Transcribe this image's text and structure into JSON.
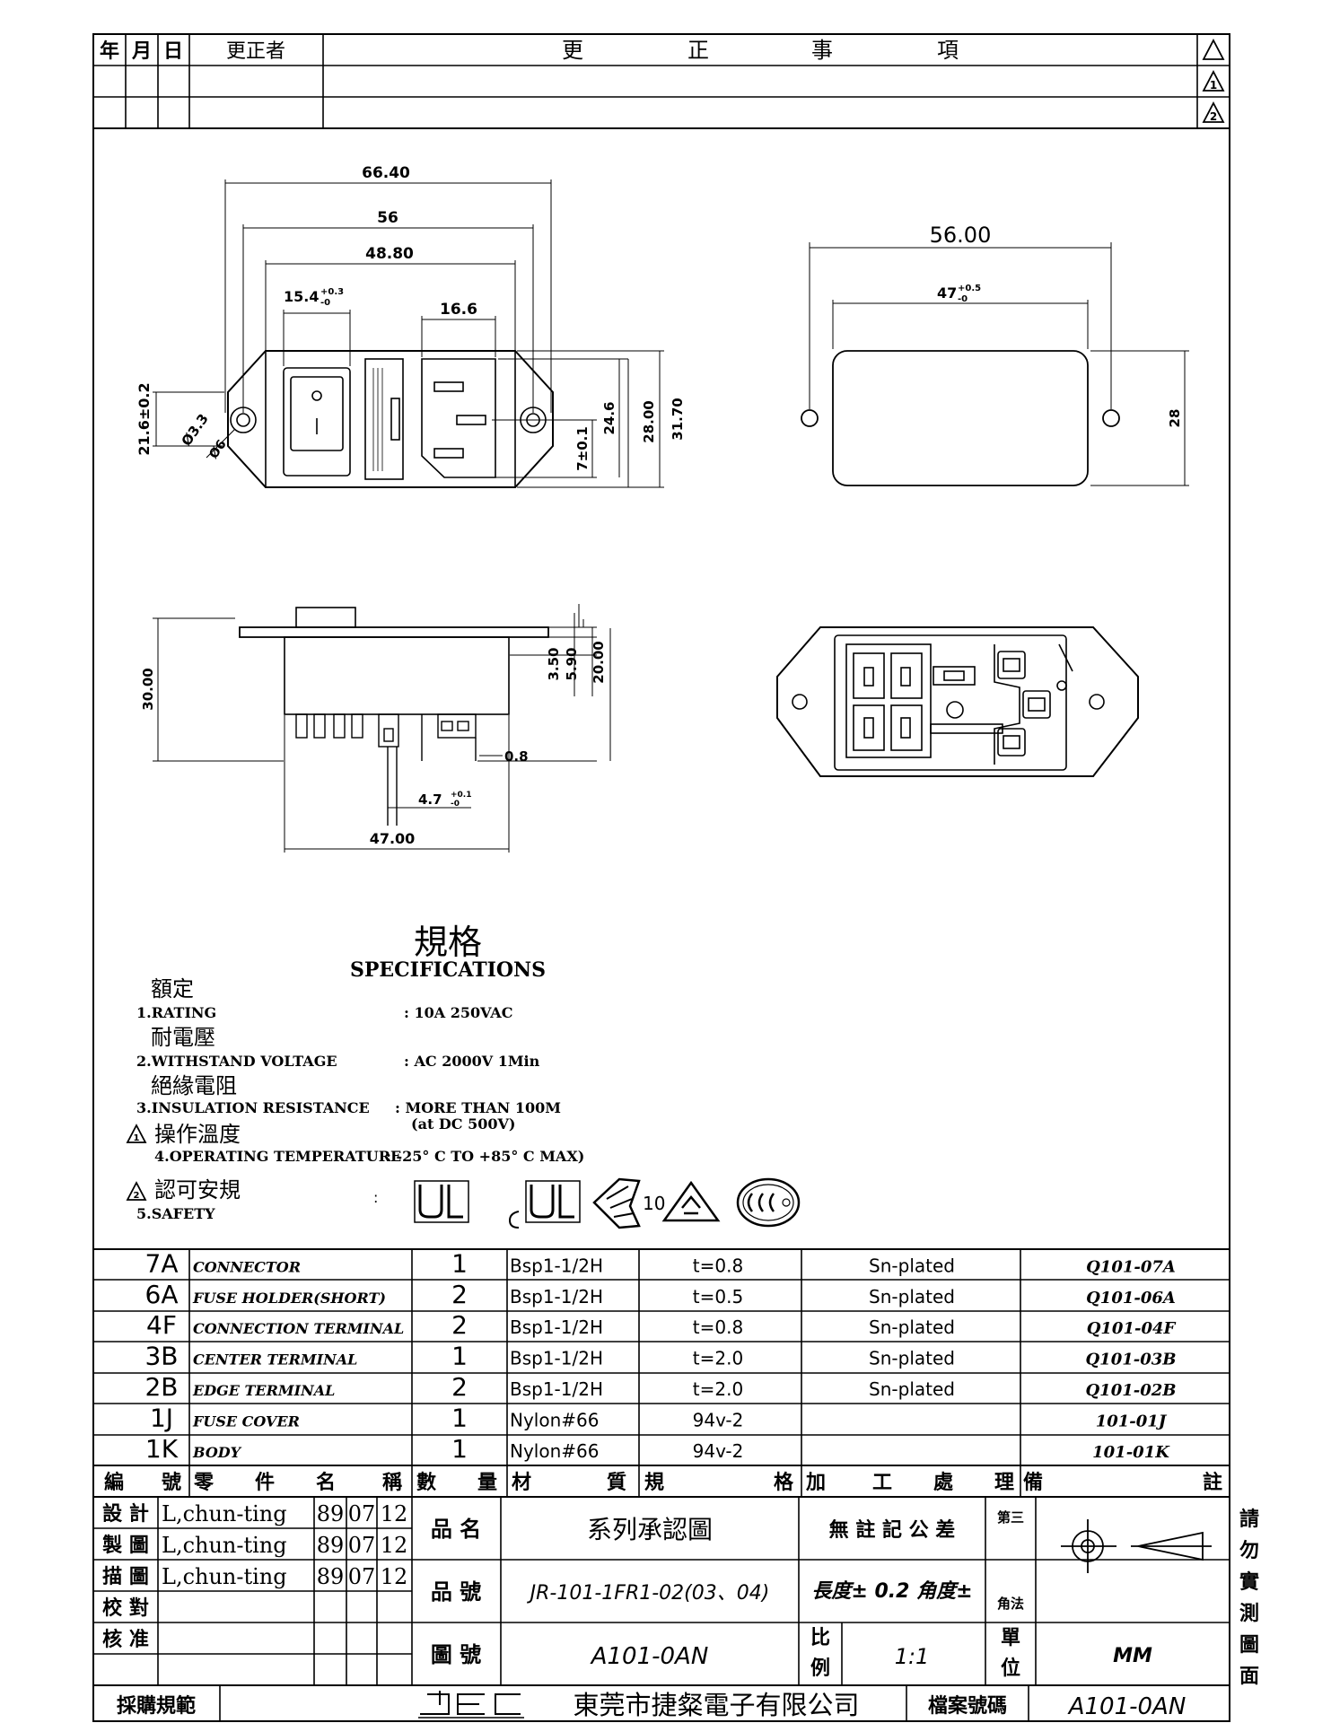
{
  "revision_table": {
    "headers": [
      "年",
      "月",
      "日",
      "更正者"
    ],
    "content_header_chars": [
      "更",
      "正",
      "事",
      "項"
    ],
    "rev_marks": [
      "1",
      "2"
    ]
  },
  "dims": {
    "top_left": {
      "overall_width": "66.40",
      "hole_spacing": "56",
      "body_width": "48.80",
      "switch_width": "15.4",
      "switch_tol_upper": "+0.3",
      "switch_tol_lower": "-0",
      "inlet_width": "16.6",
      "hole_dia_small": "Ø3.3",
      "hole_dia_large": "Ø6",
      "flange_height": "21.6±0.2",
      "pin_offset": "7±0.1",
      "inlet_height": "24.6",
      "body_height": "28.00",
      "overall_height": "31.70"
    },
    "top_right": {
      "hole_spacing": "56.00",
      "body_width": "47",
      "body_tol_upper": "+0.5",
      "body_tol_lower": "-0",
      "height": "28"
    },
    "side": {
      "depth": "30.00",
      "d1": "3.50",
      "d2": "5.90",
      "d3": "20.00",
      "terminal_thickness": "0.8",
      "terminal_width": "4.7",
      "terminal_tol_upper": "+0.1",
      "terminal_tol_lower": "-0",
      "body_width": "47.00"
    }
  },
  "specs": {
    "title_cn": "規格",
    "title_en": "SPECIFICATIONS",
    "items": [
      {
        "cn": "額定",
        "en": "1.RATING",
        "value": ": 10A 250VAC",
        "value2": "",
        "rev": ""
      },
      {
        "cn": "耐電壓",
        "en": "2.WITHSTAND VOLTAGE",
        "value": ": AC 2000V 1Min",
        "value2": "",
        "rev": ""
      },
      {
        "cn": "絕緣電阻",
        "en": "3.INSULATION RESISTANCE",
        "value": ": MORE THAN 100M",
        "value2": "(at DC 500V)",
        "rev": ""
      },
      {
        "cn": "操作溫度",
        "en": "4.OPERATING TEMPERATURE",
        "value": ": -25° C TO +85° C MAX)",
        "value2": "",
        "rev": "1"
      },
      {
        "cn": "認可安規",
        "en": "5.SAFETY",
        "value": ":",
        "value2": "",
        "rev": "2"
      }
    ],
    "cert_marks": [
      "UL recognized",
      "cUL",
      "ENEC 10",
      "KC",
      "CCC"
    ],
    "enec_number": "10"
  },
  "parts": [
    {
      "code": "7A",
      "name": "CONNECTOR",
      "qty": "1",
      "material": "Bsp1-1/2H",
      "spec": "t=0.8",
      "process": "Sn-plated",
      "remark": "Q101-07A"
    },
    {
      "code": "6A",
      "name": "FUSE HOLDER(SHORT)",
      "qty": "2",
      "material": "Bsp1-1/2H",
      "spec": "t=0.5",
      "process": "Sn-plated",
      "remark": "Q101-06A"
    },
    {
      "code": "4F",
      "name": "CONNECTION TERMINAL",
      "qty": "2",
      "material": "Bsp1-1/2H",
      "spec": "t=0.8",
      "process": "Sn-plated",
      "remark": "Q101-04F"
    },
    {
      "code": "3B",
      "name": "CENTER TERMINAL",
      "qty": "1",
      "material": "Bsp1-1/2H",
      "spec": "t=2.0",
      "process": "Sn-plated",
      "remark": "Q101-03B"
    },
    {
      "code": "2B",
      "name": "EDGE TERMINAL",
      "qty": "2",
      "material": "Bsp1-1/2H",
      "spec": "t=2.0",
      "process": "Sn-plated",
      "remark": "Q101-02B"
    },
    {
      "code": "1J",
      "name": "FUSE COVER",
      "qty": "1",
      "material": "Nylon#66",
      "spec": "94v-2",
      "process": "",
      "remark": "101-01J"
    },
    {
      "code": "1K",
      "name": "BODY",
      "qty": "1",
      "material": "Nylon#66",
      "spec": "94v-2",
      "process": "",
      "remark": "101-01K"
    }
  ],
  "parts_header": [
    {
      "chars": [
        "編",
        "號"
      ]
    },
    {
      "chars": [
        "零",
        "件",
        "名",
        "稱"
      ]
    },
    {
      "chars": [
        "數",
        "量"
      ]
    },
    {
      "chars": [
        "材",
        "質"
      ]
    },
    {
      "chars": [
        "規",
        "格"
      ]
    },
    {
      "chars": [
        "加",
        "工",
        "處",
        "理"
      ]
    },
    {
      "chars": [
        "備",
        "註"
      ]
    }
  ],
  "title_block": {
    "roles": [
      "設 計",
      "製 圖",
      "描 圖",
      "校 對",
      "核 准"
    ],
    "names": [
      "L,chun-ting",
      "L,chun-ting",
      "L,chun-ting"
    ],
    "date_parts": [
      "89",
      "07",
      "12"
    ],
    "product_name_label": "品 名",
    "product_name": "系列承認圖",
    "product_no_label": "品 號",
    "product_no": "JR-101-1FR1-02(03、04)",
    "drawing_no_label": "圖 號",
    "drawing_no": "A101-0AN",
    "tolerance_label": "無 註 記 公 差",
    "tolerance_value": "長度± 0.2 角度±",
    "projection_label_1": "第三",
    "projection_label_2": "角法",
    "scale_label_1": "比",
    "scale_label_2": "例",
    "scale": "1:1",
    "unit_label_1": "單",
    "unit_label_2": "位",
    "unit": "MM",
    "purchase_spec": "採購規範",
    "company_logo": "JEC",
    "company": "東莞市捷粲電子有限公司",
    "file_no_label": "檔案號碼",
    "file_no": "A101-0AN",
    "side_note": [
      "請",
      "勿",
      "實",
      "測",
      "圖",
      "面"
    ]
  }
}
